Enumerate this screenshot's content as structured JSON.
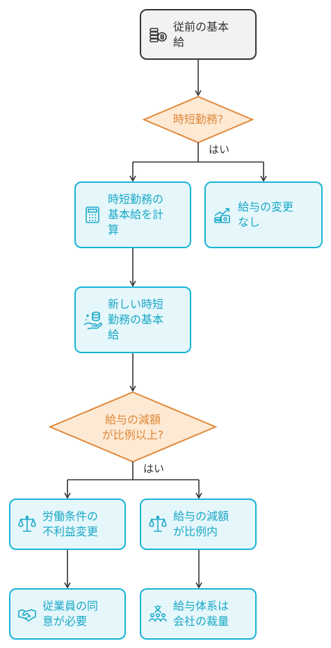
{
  "nodes": {
    "start": {
      "label": "従前の基本\n給",
      "icon": "coins-icon"
    },
    "calc": {
      "label": "時短勤務の\n基本給を計\n算",
      "icon": "calculator-icon"
    },
    "nochange": {
      "label": "給与の変更\nなし",
      "icon": "money-trend-icon"
    },
    "newpay": {
      "label": "新しい時短\n勤務の基本\n給",
      "icon": "hand-money-icon"
    },
    "unfavorable": {
      "label": "労働条件の\n不利益変更",
      "icon": "scale-icon"
    },
    "proportional": {
      "label": "給与の減額\nが比例内",
      "icon": "scale-icon"
    },
    "consent": {
      "label": "従業員の同\n意が必要",
      "icon": "handshake-icon"
    },
    "discretion": {
      "label": "給与体系は\n会社の裁量",
      "icon": "team-icon"
    }
  },
  "decisions": {
    "shorthours": {
      "label": "時短勤務?"
    },
    "reduction": {
      "label": "給与の減額\nが比例以上?"
    }
  },
  "edges": {
    "yes1": "はい",
    "yes2": "はい"
  },
  "colors": {
    "node_border": "#17b4d6",
    "node_fill": "#e6f7fb",
    "node_text": "#1aa8c7",
    "decision_border": "#e0893a",
    "decision_fill": "#fde9d4",
    "start_fill": "#f2f2f2",
    "line": "#333333"
  }
}
